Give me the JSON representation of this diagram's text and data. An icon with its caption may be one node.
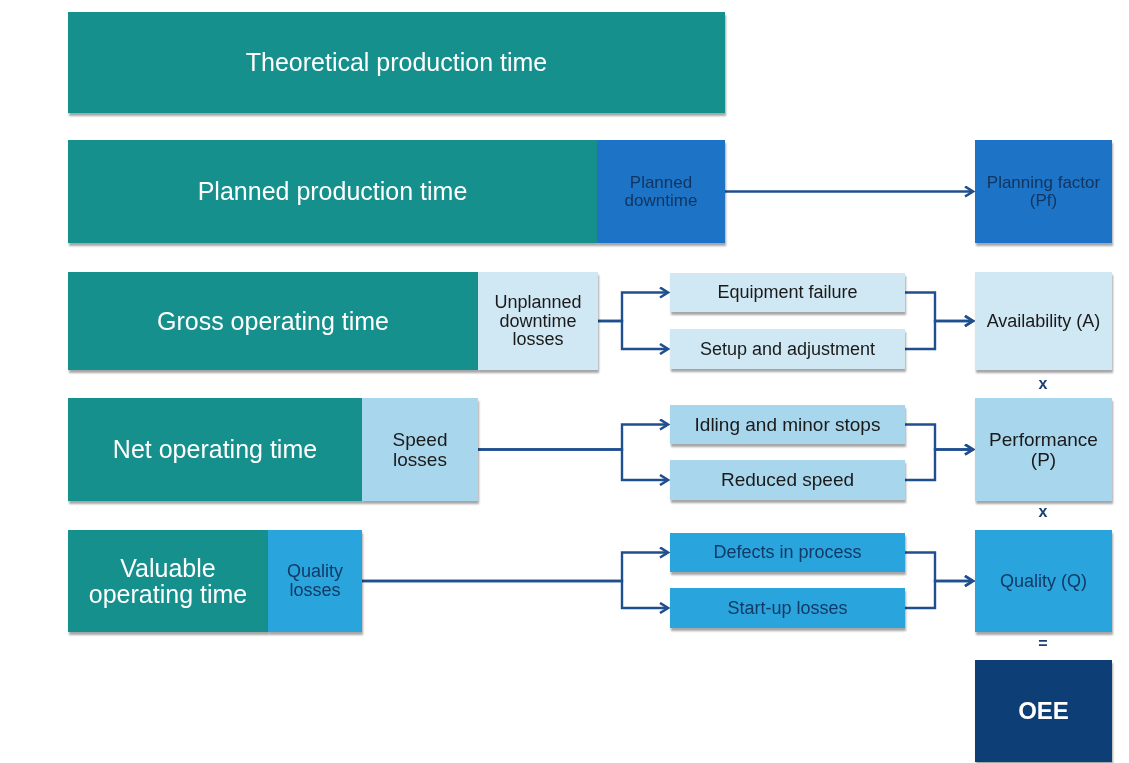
{
  "diagram": {
    "nodes": [
      {
        "text": [
          "Theoretical production time"
        ]
      },
      {
        "text": [
          "Planned production time"
        ]
      },
      {
        "text": [
          "Planned downtime"
        ]
      },
      {
        "text": [
          "Planning factor (Pf)"
        ]
      },
      {
        "text": [
          "Gross operating time"
        ]
      },
      {
        "text": [
          "Unplanned downtime losses"
        ]
      },
      {
        "text": [
          "Equipment failure"
        ]
      },
      {
        "text": [
          "Setup and adjustment"
        ]
      },
      {
        "text": [
          "Availability (A)"
        ]
      },
      {
        "text": [
          "Net operating time"
        ]
      },
      {
        "text": [
          "Speed losses"
        ]
      },
      {
        "text": [
          "Idling and minor stops"
        ]
      },
      {
        "text": [
          "Reduced speed"
        ]
      },
      {
        "text": [
          "Performance (P)"
        ]
      },
      {
        "text": [
          "Valuable operating time"
        ]
      },
      {
        "text": [
          "Quality losses"
        ]
      },
      {
        "text": [
          "Defects in process"
        ]
      },
      {
        "text": [
          "Start-up losses"
        ]
      },
      {
        "text": [
          "Quality (Q)"
        ]
      },
      {
        "text": [
          "OEE"
        ]
      }
    ],
    "edges": [
      {
        "from": 2,
        "to": 3,
        "arrow": "to"
      },
      {
        "from": 5,
        "to": 6,
        "arrow": "to"
      },
      {
        "from": 5,
        "to": 7,
        "arrow": "to"
      },
      {
        "from": 6,
        "to": 8,
        "arrow": "to"
      },
      {
        "from": 7,
        "to": 8,
        "arrow": "to"
      },
      {
        "from": 10,
        "to": 11,
        "arrow": "to"
      },
      {
        "from": 10,
        "to": 12,
        "arrow": "to"
      },
      {
        "from": 11,
        "to": 13,
        "arrow": "to"
      },
      {
        "from": 12,
        "to": 13,
        "arrow": "to"
      },
      {
        "from": 15,
        "to": 16,
        "arrow": "to"
      },
      {
        "from": 15,
        "to": 17,
        "arrow": "to"
      },
      {
        "from": 16,
        "to": 18,
        "arrow": "to"
      },
      {
        "from": 17,
        "to": 18,
        "arrow": "to"
      }
    ],
    "labels": [
      "x",
      "x",
      "="
    ]
  }
}
